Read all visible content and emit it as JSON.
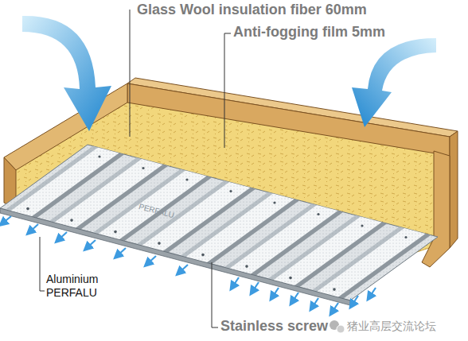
{
  "diagram": {
    "labels": [
      "Glass Wool insulation fiber 60mm",
      "Anti-fogging film 5mm",
      "PERFALU",
      "Aluminium PERFALU",
      "Stainless screw",
      "猪业高层交流论坛"
    ]
  }
}
